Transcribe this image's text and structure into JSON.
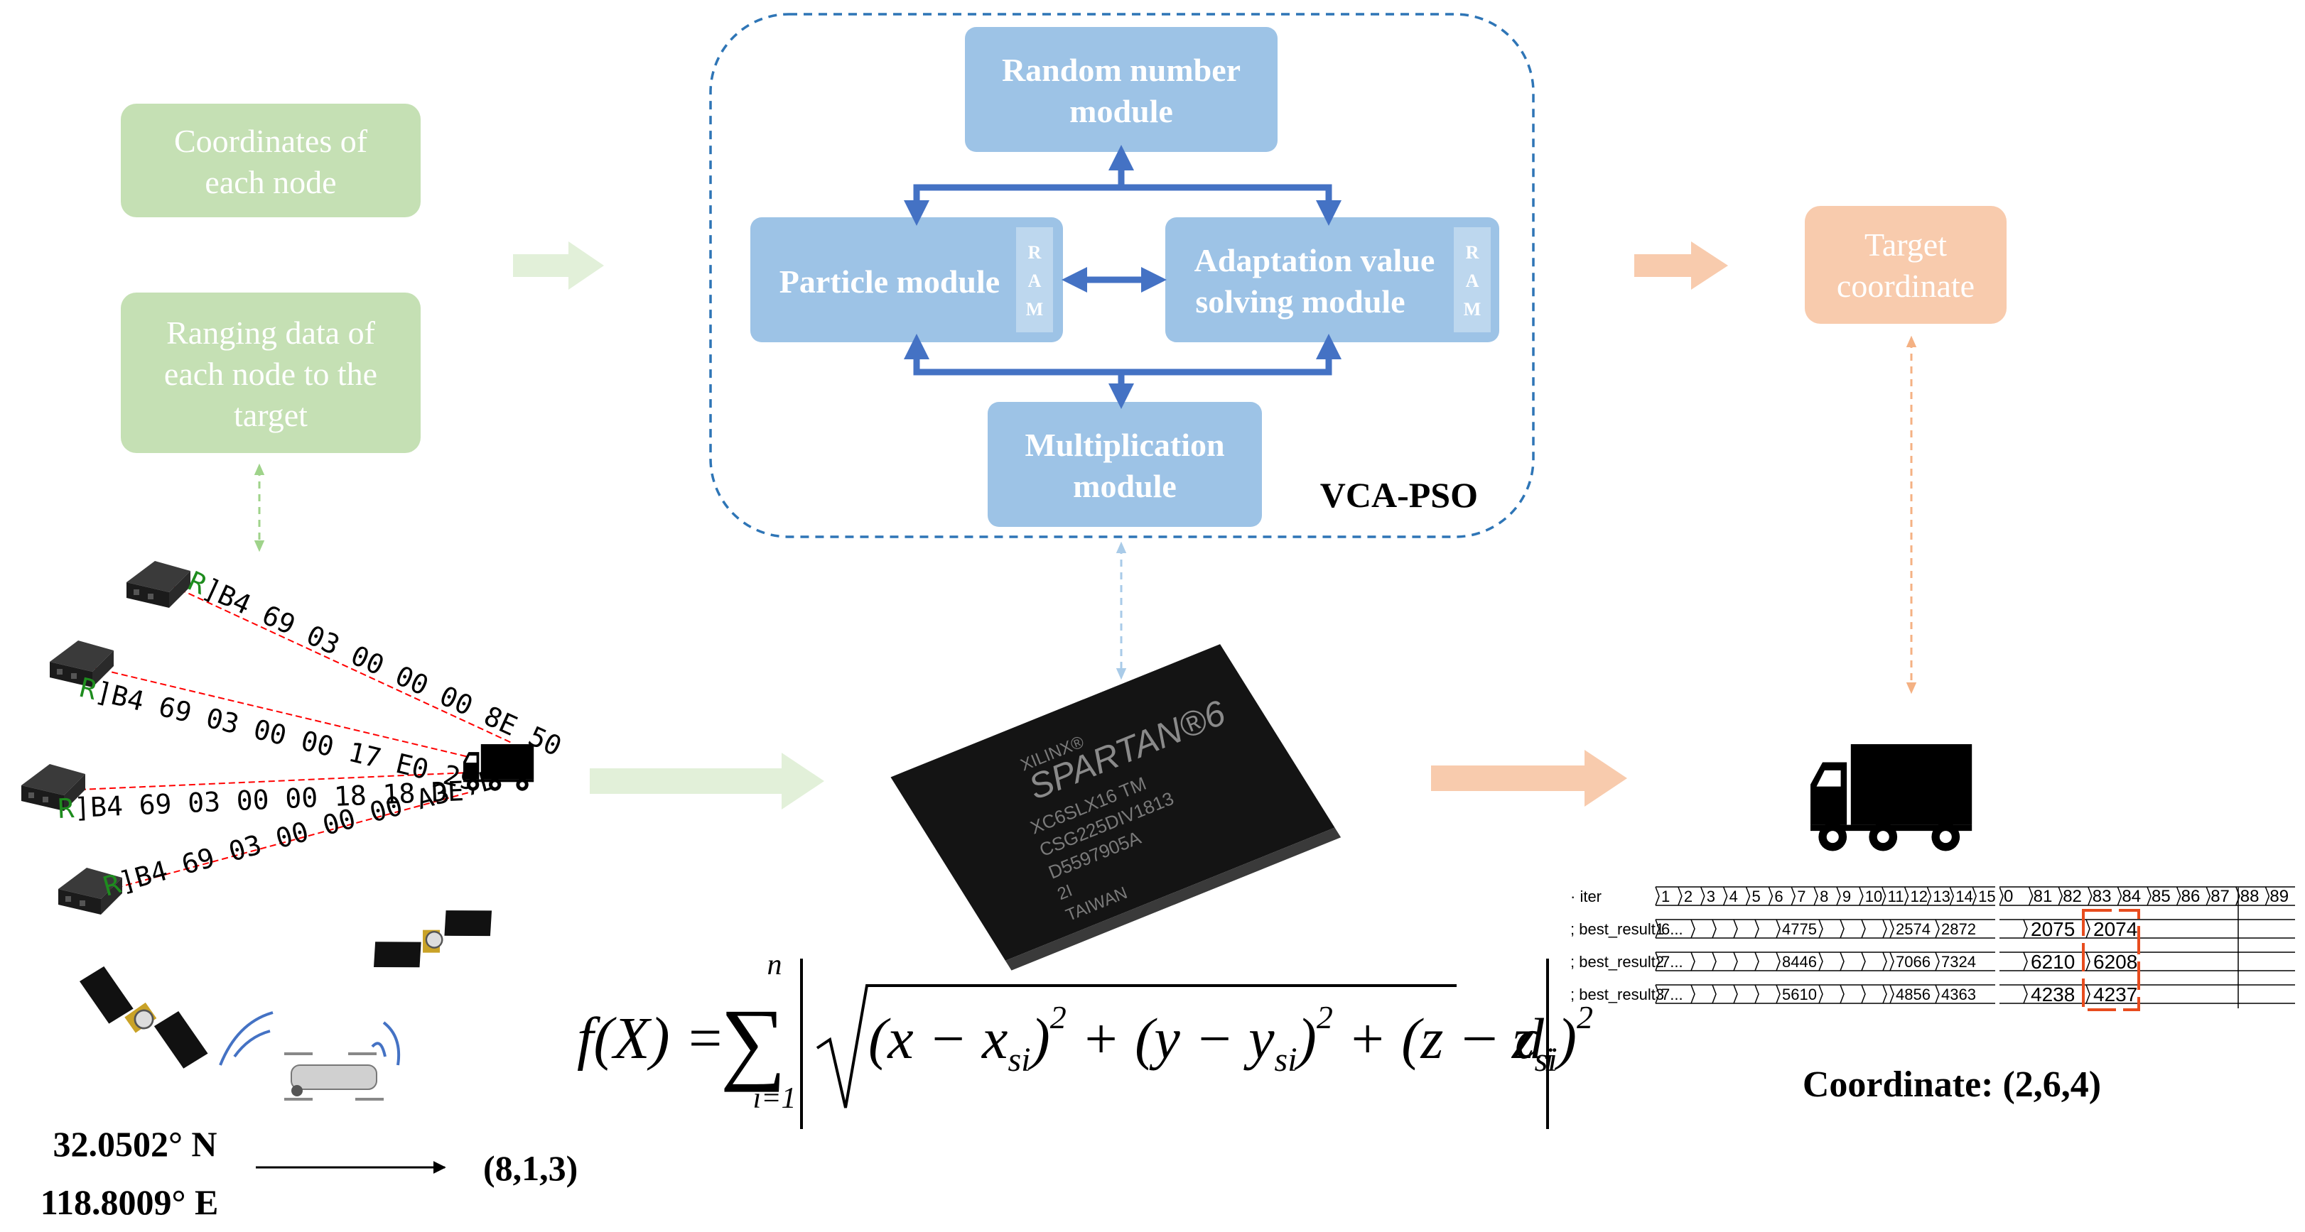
{
  "inputs": {
    "coordinates_box": [
      "Coordinates of",
      "each node"
    ],
    "ranging_box": [
      "Ranging data of",
      "each node to the",
      "target"
    ]
  },
  "vca_pso": {
    "label": "VCA-PSO",
    "random_module": [
      "Random number",
      "module"
    ],
    "particle_module": "Particle module",
    "adaptation_module": [
      "Adaptation value",
      "solving module"
    ],
    "multiplication_module": [
      "Multiplication",
      "module"
    ],
    "ram_letters": [
      "R",
      "A",
      "M"
    ]
  },
  "output": {
    "target_box": [
      "Target",
      "coordinate"
    ],
    "coordinate_result": "Coordinate: (2,6,4)"
  },
  "ranging_frames": [
    {
      "prefix": "R",
      "hex": "]B4 69 03 00 00 00 8E 50"
    },
    {
      "prefix": "R",
      "hex": "]B4 69 03 00 00 17 E0 29"
    },
    {
      "prefix": "R",
      "hex": "]B4 69 03 00 00 18 18 DE"
    },
    {
      "prefix": "R",
      "hex": "]B4 69 03 00 00 00 A3 7D"
    }
  ],
  "gps": {
    "lat": "32.0502° N",
    "lon": "118.8009° E",
    "local": "(8,1,3)"
  },
  "chip": {
    "brand": "XILINX®",
    "family": "SPARTAN®6",
    "lines": [
      "XC6SLX16 TM",
      "CSG225DIV1813",
      "D5597905A",
      "2I",
      "TAIWAN"
    ]
  },
  "formula": {
    "lhs": "f(X) =",
    "sum_top": "n",
    "sum_bottom": "i=1"
  },
  "waveform": {
    "rows": [
      {
        "label": "iter",
        "cells": [
          "1",
          "2",
          "3",
          "4",
          "5",
          "6",
          "7",
          "8",
          "9",
          "10",
          "11",
          "12",
          "13",
          "14",
          "15"
        ],
        "cells_right": [
          "0",
          "81",
          "82",
          "83",
          "84",
          "85",
          "86",
          "87",
          "88",
          "89"
        ]
      },
      {
        "label": "best_result1",
        "cells": [
          "6...",
          "4775",
          "2574",
          "2872"
        ],
        "cells_right": [
          "2075",
          "2074"
        ]
      },
      {
        "label": "best_result2",
        "cells": [
          "7...",
          "8446",
          "7066",
          "7324"
        ],
        "cells_right": [
          "6210",
          "6208"
        ]
      },
      {
        "label": "best_result3",
        "cells": [
          "7...",
          "5610",
          "4856",
          "4363"
        ],
        "cells_right": [
          "4238",
          "4237"
        ]
      }
    ]
  },
  "colors": {
    "green_box": "#c5e0b4",
    "green_text": "#ffffff",
    "blue_box": "#9dc3e6",
    "orange_box": "#f8cbad",
    "arrow_blue": "#4472c4",
    "red_line": "#ff0000",
    "highlight": "#e84c1e"
  }
}
